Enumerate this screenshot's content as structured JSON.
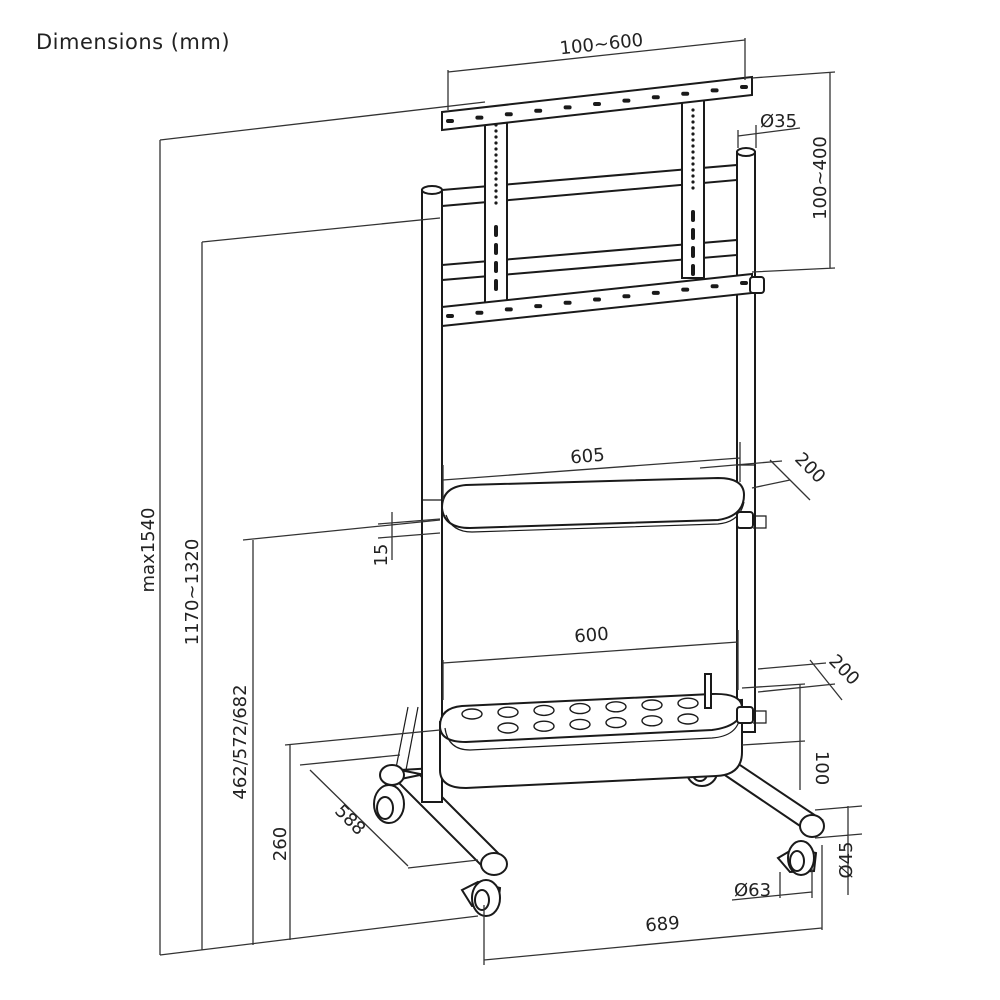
{
  "title": "Dimensions (mm)",
  "dimensions": {
    "vesa_width": "100~600",
    "pole_diameter": "Ø35",
    "vesa_height": "100~400",
    "total_height": "max1540",
    "mount_height": "1170~1320",
    "shelf_height": "462/572/682",
    "shelf_width": "605",
    "shelf_depth": "200",
    "shelf_thickness": "15",
    "basket_width": "600",
    "basket_depth": "200",
    "basket_height": "100",
    "base_height": "260",
    "base_depth": "588",
    "base_width": "689",
    "caster_diameter": "Ø63",
    "caster_height": "Ø45"
  }
}
